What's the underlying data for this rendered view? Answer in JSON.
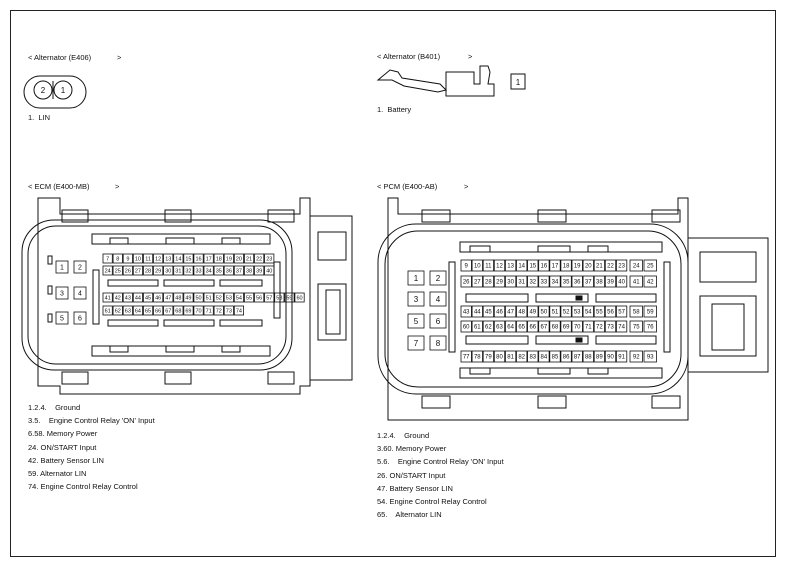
{
  "sections": {
    "alt_e406": {
      "title": "< Alternator (E406)",
      "title_tail": ">",
      "pins": [
        "2",
        "1"
      ],
      "legend": [
        "1.  LIN"
      ]
    },
    "alt_b401": {
      "title": "< Alternator (B401)",
      "title_tail": ">",
      "pins": [
        "1"
      ],
      "legend": [
        "1.  Battery"
      ]
    },
    "ecm": {
      "title": "< ECM (E400-MB)",
      "title_tail": ">",
      "left_pins": [
        "1",
        "2",
        "3",
        "4",
        "5",
        "6"
      ],
      "row1": [
        "7",
        "8",
        "9",
        "10",
        "11",
        "12",
        "13",
        "14",
        "15",
        "16",
        "17",
        "18",
        "19",
        "20",
        "21",
        "22",
        "23"
      ],
      "row2": [
        "24",
        "25",
        "26",
        "27",
        "28",
        "29",
        "30",
        "31",
        "32",
        "33",
        "34",
        "35",
        "36",
        "37",
        "38",
        "39",
        "40"
      ],
      "row3": [
        "41",
        "42",
        "43",
        "44",
        "45",
        "46",
        "47",
        "48",
        "49",
        "50",
        "51",
        "52",
        "53",
        "54",
        "55",
        "56",
        "57",
        "58",
        "59",
        "60"
      ],
      "row4": [
        "61",
        "62",
        "63",
        "64",
        "65",
        "66",
        "67",
        "68",
        "69",
        "70",
        "71",
        "72",
        "73",
        "74"
      ],
      "legend": [
        "1.2.4.    Ground",
        "3.5.    Engine Control Relay 'ON' Input",
        "6.58. Memory Power",
        "24. ON/START Input",
        "42. Battery Sensor LIN",
        "59. Alternator LIN",
        "74. Engine Control Relay Control"
      ]
    },
    "pcm": {
      "title": "< PCM (E400-AB)",
      "title_tail": ">",
      "left_pins": [
        "1",
        "2",
        "3",
        "4",
        "5",
        "6",
        "7",
        "8"
      ],
      "row1": [
        "9",
        "10",
        "11",
        "12",
        "13",
        "14",
        "15",
        "16",
        "17",
        "18",
        "19",
        "20",
        "21",
        "22",
        "23"
      ],
      "row1_right": [
        "24",
        "25"
      ],
      "row2": [
        "26",
        "27",
        "28",
        "29",
        "30",
        "31",
        "32",
        "33",
        "34",
        "35",
        "36",
        "37",
        "38",
        "39",
        "40"
      ],
      "row2_right": [
        "41",
        "42"
      ],
      "row3": [
        "43",
        "44",
        "45",
        "46",
        "47",
        "48",
        "49",
        "50",
        "51",
        "52",
        "53",
        "54",
        "55",
        "56",
        "57"
      ],
      "row3_right": [
        "58",
        "59"
      ],
      "row4": [
        "60",
        "61",
        "62",
        "63",
        "64",
        "65",
        "66",
        "67",
        "68",
        "69",
        "70",
        "71",
        "72",
        "73",
        "74"
      ],
      "row4_right": [
        "75",
        "76"
      ],
      "row5": [
        "77",
        "78",
        "79",
        "80",
        "81",
        "82",
        "83",
        "84",
        "85",
        "86",
        "87",
        "88",
        "89",
        "90",
        "91"
      ],
      "row5_right": [
        "92",
        "93"
      ],
      "legend": [
        "1.2.4.    Ground",
        "3.60. Memory Power",
        "5.6.    Engine Control Relay 'ON' Input",
        "26. ON/START Input",
        "47. Battery Sensor LIN",
        "54. Engine Control Relay Control",
        "65.    Alternator LIN"
      ]
    }
  }
}
